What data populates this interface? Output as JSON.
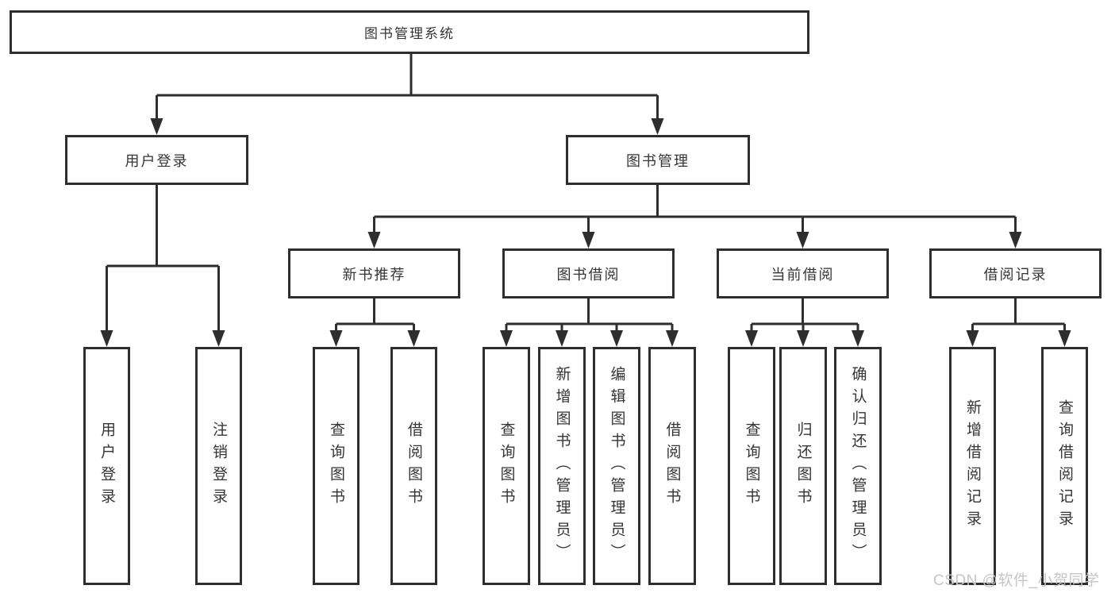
{
  "diagram": {
    "root": "图书管理系统",
    "level2": [
      "用户登录",
      "图书管理"
    ],
    "level3": [
      "新书推荐",
      "图书借阅",
      "当前借阅",
      "借阅记录"
    ],
    "leaves": {
      "user_login": [
        "用户登录",
        "注销登录"
      ],
      "new_book": [
        "查询图书",
        "借阅图书"
      ],
      "book_borrow": [
        "查询图书",
        "新增图书（管理员）",
        "编辑图书（管理员）",
        "借阅图书"
      ],
      "current_borrow": [
        "查询图书",
        "归还图书",
        "确认归还（管理员）"
      ],
      "borrow_record": [
        "新增借阅记录",
        "查询借阅记录"
      ]
    }
  },
  "watermark": "CSDN @软件_小贺同学",
  "colors": {
    "line": "#2e2e2e",
    "box_border": "#2e2e2e",
    "text": "#353535",
    "watermark": "#c6c6c6",
    "background": "#ffffff"
  }
}
